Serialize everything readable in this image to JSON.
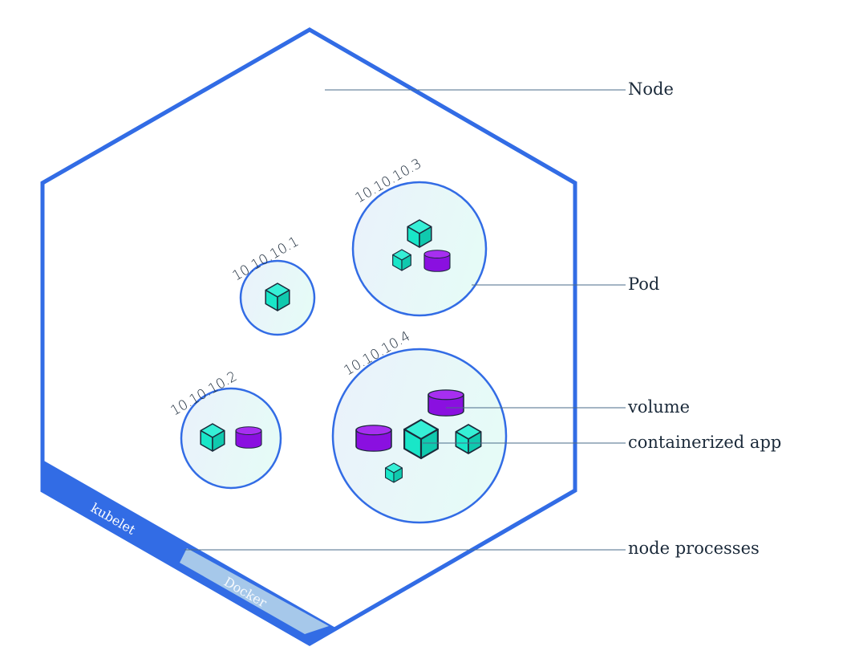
{
  "callouts": {
    "node": "Node",
    "pod": "Pod",
    "volume": "volume",
    "app": "containerized app",
    "processes": "node processes"
  },
  "pods": [
    {
      "ip": "10.10.10.1"
    },
    {
      "ip": "10.10.10.2"
    },
    {
      "ip": "10.10.10.3"
    },
    {
      "ip": "10.10.10.4"
    }
  ],
  "processes": {
    "kubelet": "kubelet",
    "docker": "Docker"
  },
  "colors": {
    "node_border": "#326ce5",
    "kubelet_band": "#326ce5",
    "docker_band": "#a6c8ea",
    "pod_border": "#326ce5",
    "container": "#19e6c8",
    "volume": "#9b14e8"
  }
}
